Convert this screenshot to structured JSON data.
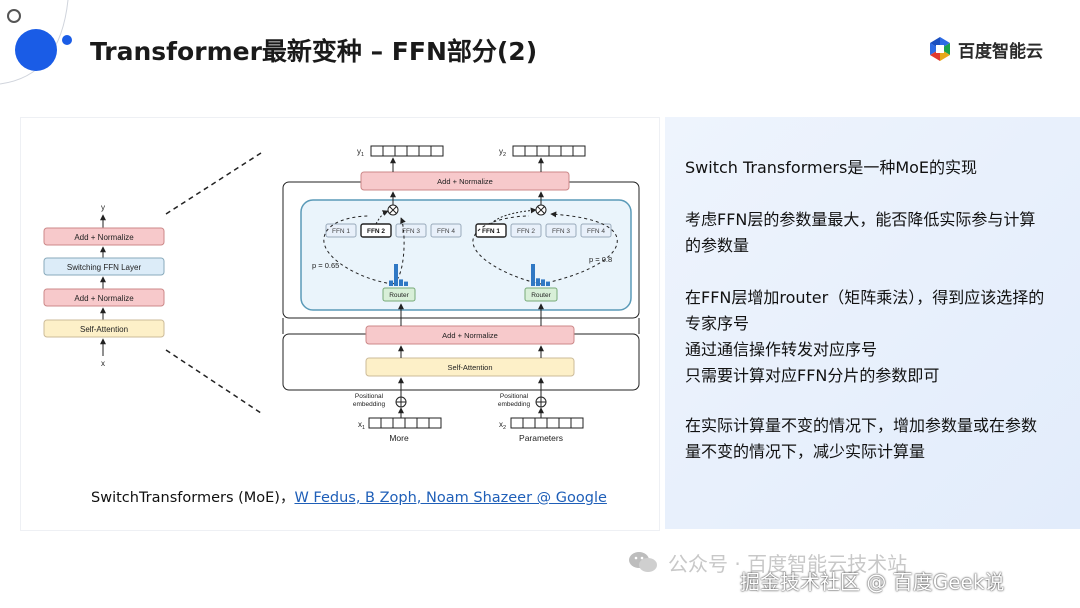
{
  "title": "Transformer最新变种 – FFN部分(2)",
  "brand": {
    "name": "百度智能云",
    "logo_icon": "baidu-cloud-hexagon-icon"
  },
  "colors": {
    "accent_blue": "#1a5ce6",
    "norm_box": "#f7c9cb",
    "ffn_box": "#dcecf8",
    "router_box": "#d8efd8",
    "attn_box": "#fdf0c8",
    "highlight_panel": "#eaf4fb"
  },
  "figure": {
    "caption_prefix": "SwitchTransformers (MoE)，",
    "caption_link": "W Fedus, B Zoph, Noam Shazeer @ Google",
    "left_stack": {
      "output": "y",
      "input": "x",
      "blocks": [
        "Add + Normalize",
        "Switching FFN Layer",
        "Add + Normalize",
        "Self-Attention"
      ]
    },
    "right": {
      "tokens": [
        {
          "input_sub": "x",
          "input_index": "1",
          "word": "More",
          "output_sub": "y",
          "output_index": "1",
          "prob": "p = 0.65",
          "selected": "FFN 2",
          "peak": 2
        },
        {
          "input_sub": "x",
          "input_index": "2",
          "word": "Parameters",
          "output_sub": "y",
          "output_index": "2",
          "prob": "p = 0.8",
          "selected": "FFN 1",
          "peak": 1
        }
      ],
      "experts": [
        "FFN 1",
        "FFN 2",
        "FFN 3",
        "FFN 4"
      ],
      "router_label": "Router",
      "top_norm": "Add + Normalize",
      "mid_norm": "Add + Normalize",
      "attention": "Self-Attention",
      "pos_emb_line1": "Positional",
      "pos_emb_line2": "embedding"
    }
  },
  "notes": [
    "Switch Transformers是一种MoE的实现",
    "考虑FFN层的参数量最大，能否降低实际参与计算的参数量",
    "在FFN层增加router（矩阵乘法），得到应该选择的专家序号\n通过通信操作转发对应序号\n只需要计算对应FFN分片的参数即可",
    "在实际计算量不变的情况下，增加参数量或在参数量不变的情况下，减少实际计算量"
  ],
  "watermark": {
    "line1": "公众号 · 百度智能云技术站",
    "line2": "掘金技术社区 @ 百度Geek说",
    "icon": "wechat-icon"
  }
}
